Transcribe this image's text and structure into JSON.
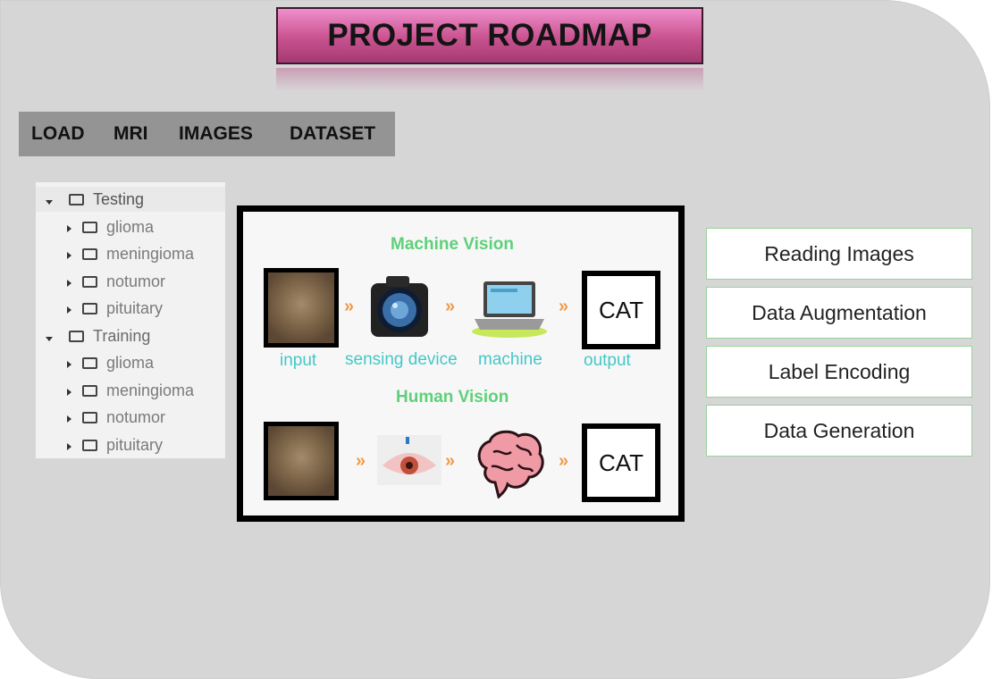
{
  "header": {
    "title": "PROJECT ROADMAP"
  },
  "load_bar": {
    "words": [
      "LOAD",
      "MRI",
      "IMAGES",
      "DATASET"
    ]
  },
  "tree": {
    "folders": [
      {
        "label": "Testing",
        "children": [
          "glioma",
          "meningioma",
          "notumor",
          "pituitary"
        ]
      },
      {
        "label": "Training",
        "children": [
          "glioma",
          "meningioma",
          "notumor",
          "pituitary"
        ]
      }
    ]
  },
  "diagram": {
    "machine_title": "Machine  Vision",
    "human_title": "Human Vision",
    "captions": [
      "input",
      "sensing device",
      "machine",
      "output"
    ],
    "output_label": "CAT",
    "chevron": "»",
    "icons": [
      "cat-photo-icon",
      "camera-icon",
      "laptop-icon",
      "eye-icon",
      "brain-icon"
    ],
    "colors": {
      "title_green": "#5fd07a",
      "caption_teal": "#46c7c7",
      "chevron_orange": "#f09a4a"
    }
  },
  "steps": [
    "Reading Images",
    "Data Augmentation",
    "Label Encoding",
    "Data Generation"
  ]
}
